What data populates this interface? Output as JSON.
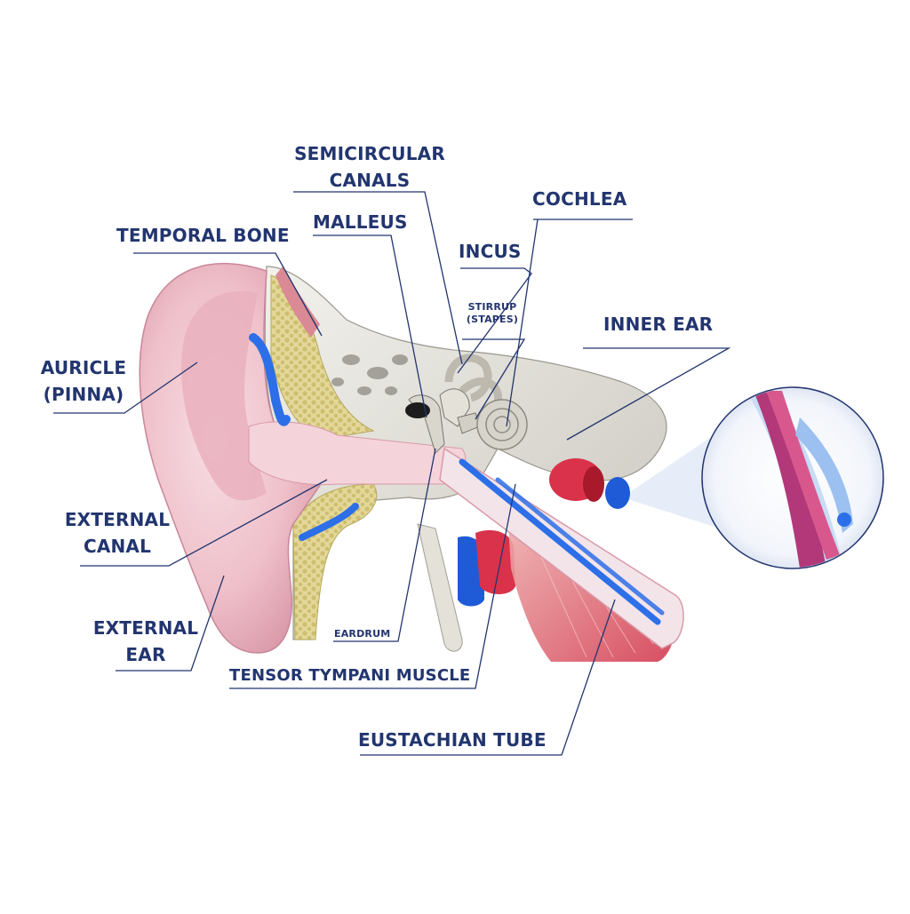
{
  "labels": {
    "semicircular_canals": [
      "SEMICIRCULAR",
      "CANALS"
    ],
    "cochlea": "COCHLEA",
    "malleus": "MALLEUS",
    "temporal_bone": "TEMPORAL BONE",
    "incus": "INCUS",
    "stirrup": [
      "STIRRUP",
      "(STAPES)"
    ],
    "inner_ear": "INNER EAR",
    "auricle": [
      "AURICLE",
      "(PINNA)"
    ],
    "external_canal": [
      "EXTERNAL",
      "CANAL"
    ],
    "external_ear": [
      "EXTERNAL",
      "EAR"
    ],
    "eardrum": "EARDRUM",
    "tensor_tympani": "TENSOR TYMPANI MUSCLE",
    "eustachian_tube": "EUSTACHIAN TUBE"
  },
  "colors": {
    "label_text": "#22356f",
    "leader_line": "#22356f",
    "skin": "#f1c7cf",
    "skin_dark": "#d99aa8",
    "bone": "#e6e4dd",
    "spongy_bone": "#d9cf8c",
    "muscle": "#d9485c",
    "vein": "#1f5bd6",
    "canal_blue": "#2d6fe8"
  }
}
